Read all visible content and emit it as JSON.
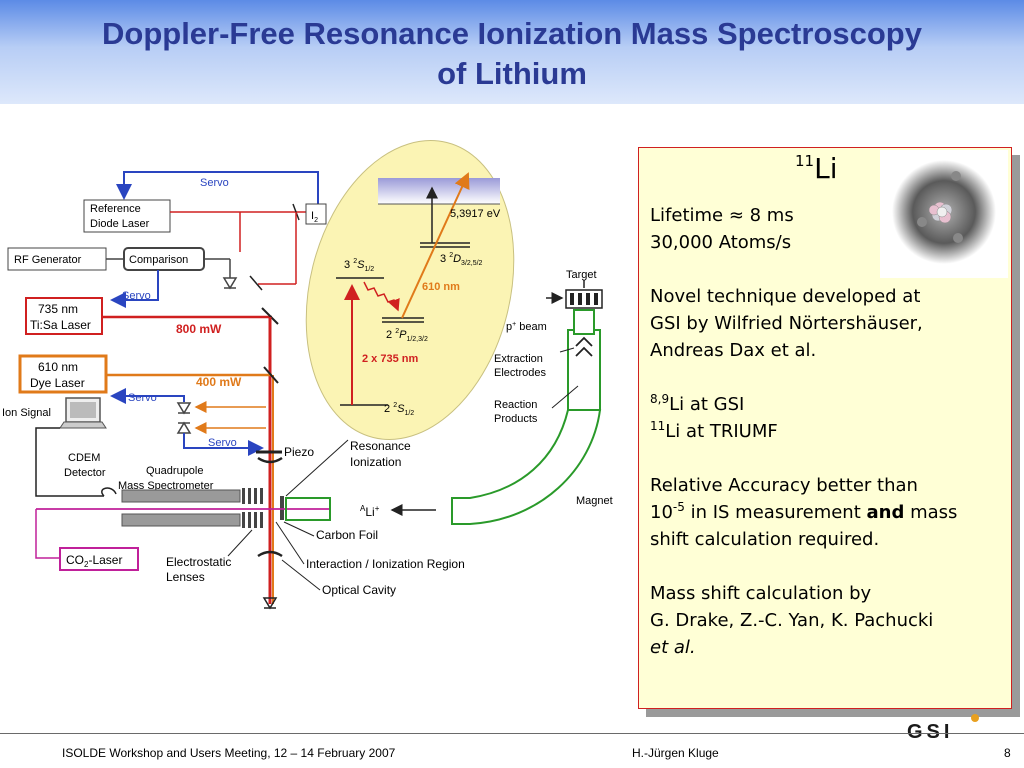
{
  "slide": {
    "title_line1": "Doppler-Free Resonance Ionization Mass Spectroscopy",
    "title_line2": "of Lithium",
    "page_number": "8"
  },
  "diagram": {
    "servo_top": "Servo",
    "reference_diode_laser_1": "Reference",
    "reference_diode_laser_2": "Diode Laser",
    "iodine_cell": "I",
    "iodine_sub": "2",
    "rf_generator": "RF Generator",
    "comparison": "Comparison",
    "servo_mid": "Servo",
    "tisa_laser_1": "735 nm",
    "tisa_laser_2": "Ti:Sa Laser",
    "power_800": "800 mW",
    "dye_laser_1": "610 nm",
    "dye_laser_2": "Dye Laser",
    "power_400": "400 mW",
    "servo_low1": "Servo",
    "servo_low2": "Servo",
    "ion_signal": "Ion Signal",
    "cdem_1": "CDEM",
    "cdem_2": "Detector",
    "quadrupole_1": "Quadrupole",
    "quadrupole_2": "Mass Spectrometer",
    "piezo": "Piezo",
    "resonance_1": "Resonance",
    "resonance_2": "Ionization",
    "li_ion_mass": "A",
    "li_ion": "Li",
    "li_ion_charge": "+",
    "carbon_foil": "Carbon Foil",
    "co2_laser_pre": "CO",
    "co2_laser_sub": "2",
    "co2_laser_post": "-Laser",
    "electrostatic_1": "Electrostatic",
    "electrostatic_2": "Lenses",
    "interaction_region": "Interaction / Ionization Region",
    "optical_cavity": "Optical Cavity",
    "target": "Target",
    "pbeam_p": "p",
    "pbeam_sup": "+",
    "pbeam_word": "beam",
    "extraction_1": "Extraction",
    "extraction_2": "Electrodes",
    "reaction_1": "Reaction",
    "reaction_2": "Products",
    "magnet": "Magnet",
    "level_ionization": "5,3917 eV",
    "level_3d_pre": "3 ",
    "level_3d_sup": "2",
    "level_3d_L": "D",
    "level_3d_sub": "3/2,5/2",
    "level_3s_pre": "3 ",
    "level_3s_sup": "2",
    "level_3s_L": "S",
    "level_3s_sub": "1/2",
    "level_2p_pre": "2 ",
    "level_2p_sup": "2",
    "level_2p_L": "P",
    "level_2p_sub": "1/2,3/2",
    "level_2s_pre": "2 ",
    "level_2s_sup": "2",
    "level_2s_L": "S",
    "level_2s_sub": "1/2",
    "wavelength_610": "610 nm",
    "wavelength_2x735": "2 x 735 nm"
  },
  "panel": {
    "heading_sup": "11",
    "heading": "Li",
    "lifetime": "Lifetime ≈ 8 ms",
    "atoms_rate": "30,000 Atoms/s",
    "novel_1": "Novel technique developed at",
    "novel_2": "GSI by Wilfried Nörtershäuser,",
    "novel_3": "Andreas Dax et al.",
    "gsi_sup": "8,9",
    "gsi_text": "Li at GSI",
    "triumf_sup": "11",
    "triumf_text": "Li at TRIUMF",
    "accuracy_1": "Relative Accuracy better than",
    "accuracy_base": "10",
    "accuracy_exp": "-5",
    "accuracy_mid": " in IS measurement ",
    "accuracy_and": "and",
    "accuracy_mass": " mass",
    "accuracy_3": "shift calculation required.",
    "mass_shift_1": "Mass shift calculation by",
    "mass_shift_2": "G. Drake, Z.-C. Yan, K. Pachucki",
    "mass_shift_3": "et al."
  },
  "footer": {
    "conference": "ISOLDE Workshop and Users Meeting, 12 – 14  February 2007",
    "author": "H.-Jürgen Kluge",
    "logo_text": "GSI"
  },
  "colors": {
    "title": "#2a3a94",
    "servo_blue": "#2a45c0",
    "tisa_red": "#d02020",
    "dye_orange": "#e07a1a",
    "co2_magenta": "#c0209a",
    "beamline_green": "#2a9a2a",
    "ellipse_fill": "#fbf4b4"
  }
}
